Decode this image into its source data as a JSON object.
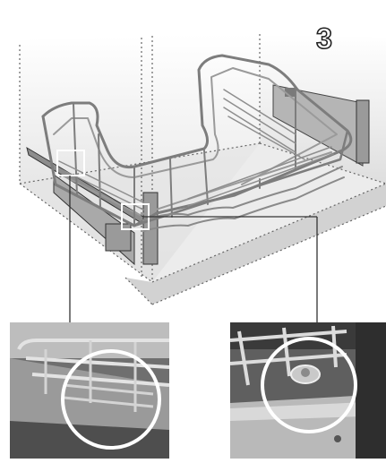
{
  "step": {
    "number": "3"
  },
  "illustration": {
    "subject": "pull-out-wire-basket-icon",
    "callouts": [
      {
        "name": "left-runner-clip-detail"
      },
      {
        "name": "right-runner-clip-detail"
      }
    ]
  },
  "colors": {
    "wire": "#8a8a8a",
    "cabinet_shade": "#e6e6e6",
    "runner": "#9a9a9a",
    "highlight_circle": "#ffffff"
  }
}
